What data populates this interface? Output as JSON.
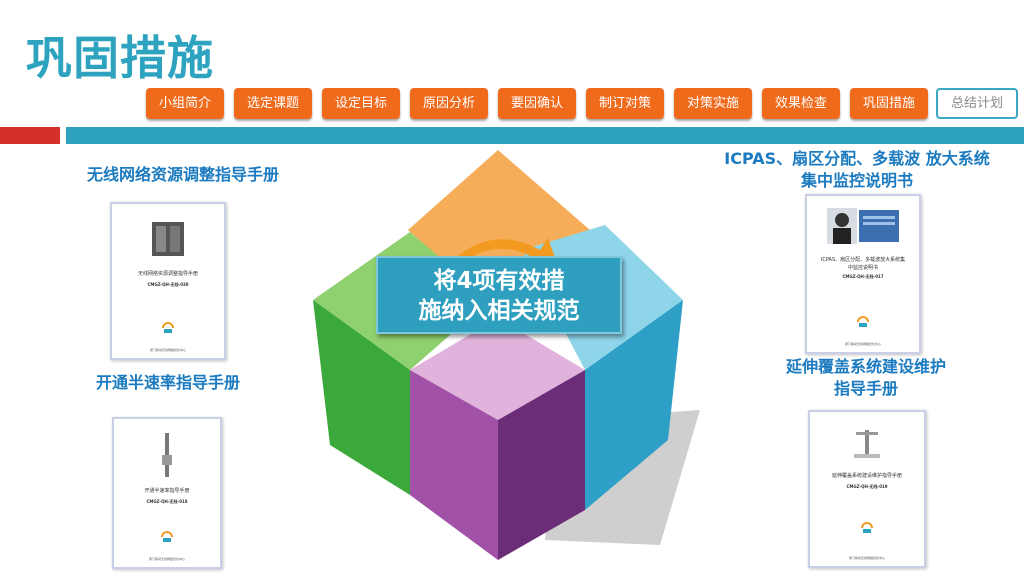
{
  "page": {
    "title": "巩固措施"
  },
  "nav": {
    "items": [
      {
        "label": "小组简介"
      },
      {
        "label": "选定课题"
      },
      {
        "label": "设定目标"
      },
      {
        "label": "原因分析"
      },
      {
        "label": "要因确认"
      },
      {
        "label": "制订对策"
      },
      {
        "label": "对策实施"
      },
      {
        "label": "效果检查"
      },
      {
        "label": "巩固措施"
      },
      {
        "label": "总结计划"
      }
    ]
  },
  "center": {
    "line1": "将4项有效措",
    "line2": "施纳入相关规范"
  },
  "docs": {
    "wireless": {
      "label": "无线网络资源调整指导手册",
      "title": "无线网络资源调整指导手册",
      "code": "CMGZ-QH-无线-030"
    },
    "halfrate": {
      "label": "开通半速率指导手册",
      "title": "开通半速率指导手册",
      "code": "CMGZ-QH-无线-018"
    },
    "icpas": {
      "label_line1": "ICPAS、扇区分配、多载波  放大系统",
      "label_line2": "集中监控说明书",
      "title_line1": "ICPAS、扇区分配、多载波放大系统集",
      "title_line2": "中监控说明书",
      "code": "CMGZ-QH-无线-017"
    },
    "coverage": {
      "label_line1": "延伸覆盖系统建设维护",
      "label_line2": "指导手册",
      "title": "延伸覆盖系统建设维护指导手册",
      "code": "CMGZ-QH-无线-019"
    },
    "footer": "厦门移动无线网络优化中心"
  },
  "colors": {
    "accent": "#2ea3bf",
    "nav": "#f06a1c",
    "red": "#d5302a",
    "orange_face": "#f6ad5a",
    "blue_face": "#6ac6e3",
    "green_face": "#3aa83a",
    "purple_face": "#a152a8",
    "label": "#1c7bc0"
  }
}
